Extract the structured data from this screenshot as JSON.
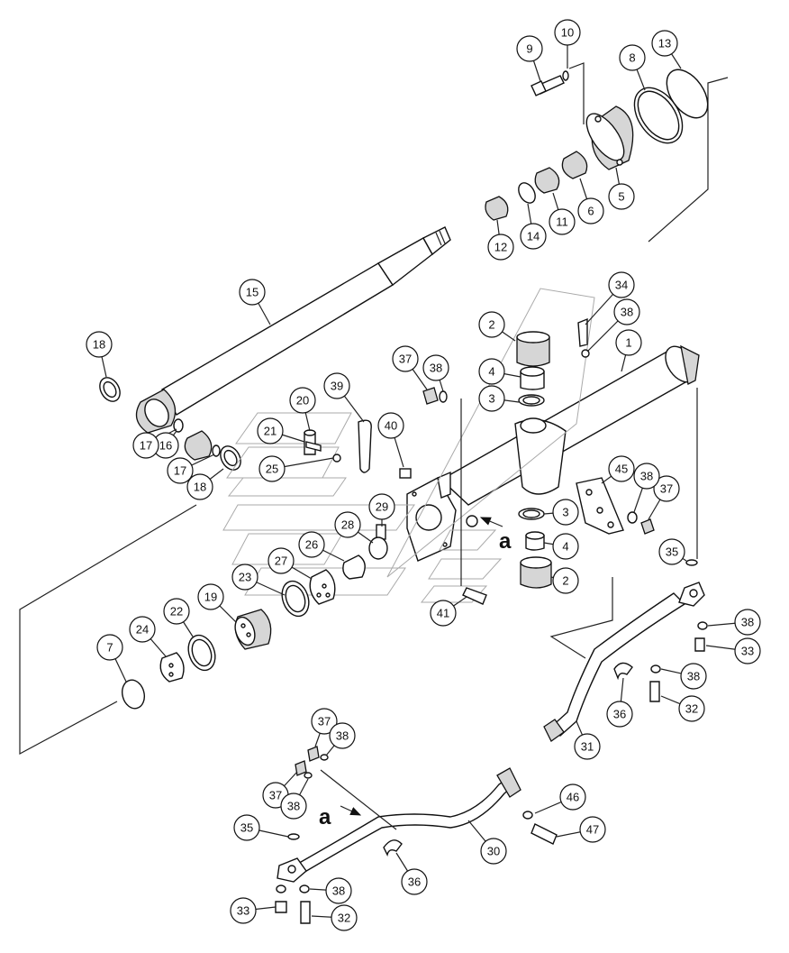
{
  "callouts": [
    "1",
    "2",
    "2",
    "3",
    "3",
    "4",
    "4",
    "5",
    "6",
    "7",
    "8",
    "9",
    "10",
    "11",
    "12",
    "13",
    "14",
    "15",
    "16",
    "17",
    "17",
    "18",
    "18",
    "19",
    "20",
    "21",
    "22",
    "23",
    "24",
    "25",
    "26",
    "27",
    "28",
    "29",
    "30",
    "31",
    "32",
    "32",
    "33",
    "33",
    "34",
    "35",
    "35",
    "36",
    "36",
    "37",
    "37",
    "37",
    "37",
    "38",
    "38",
    "38",
    "38",
    "38",
    "38",
    "38",
    "38",
    "39",
    "40",
    "41",
    "45",
    "46",
    "47"
  ],
  "view_labels": [
    "a",
    "a"
  ]
}
